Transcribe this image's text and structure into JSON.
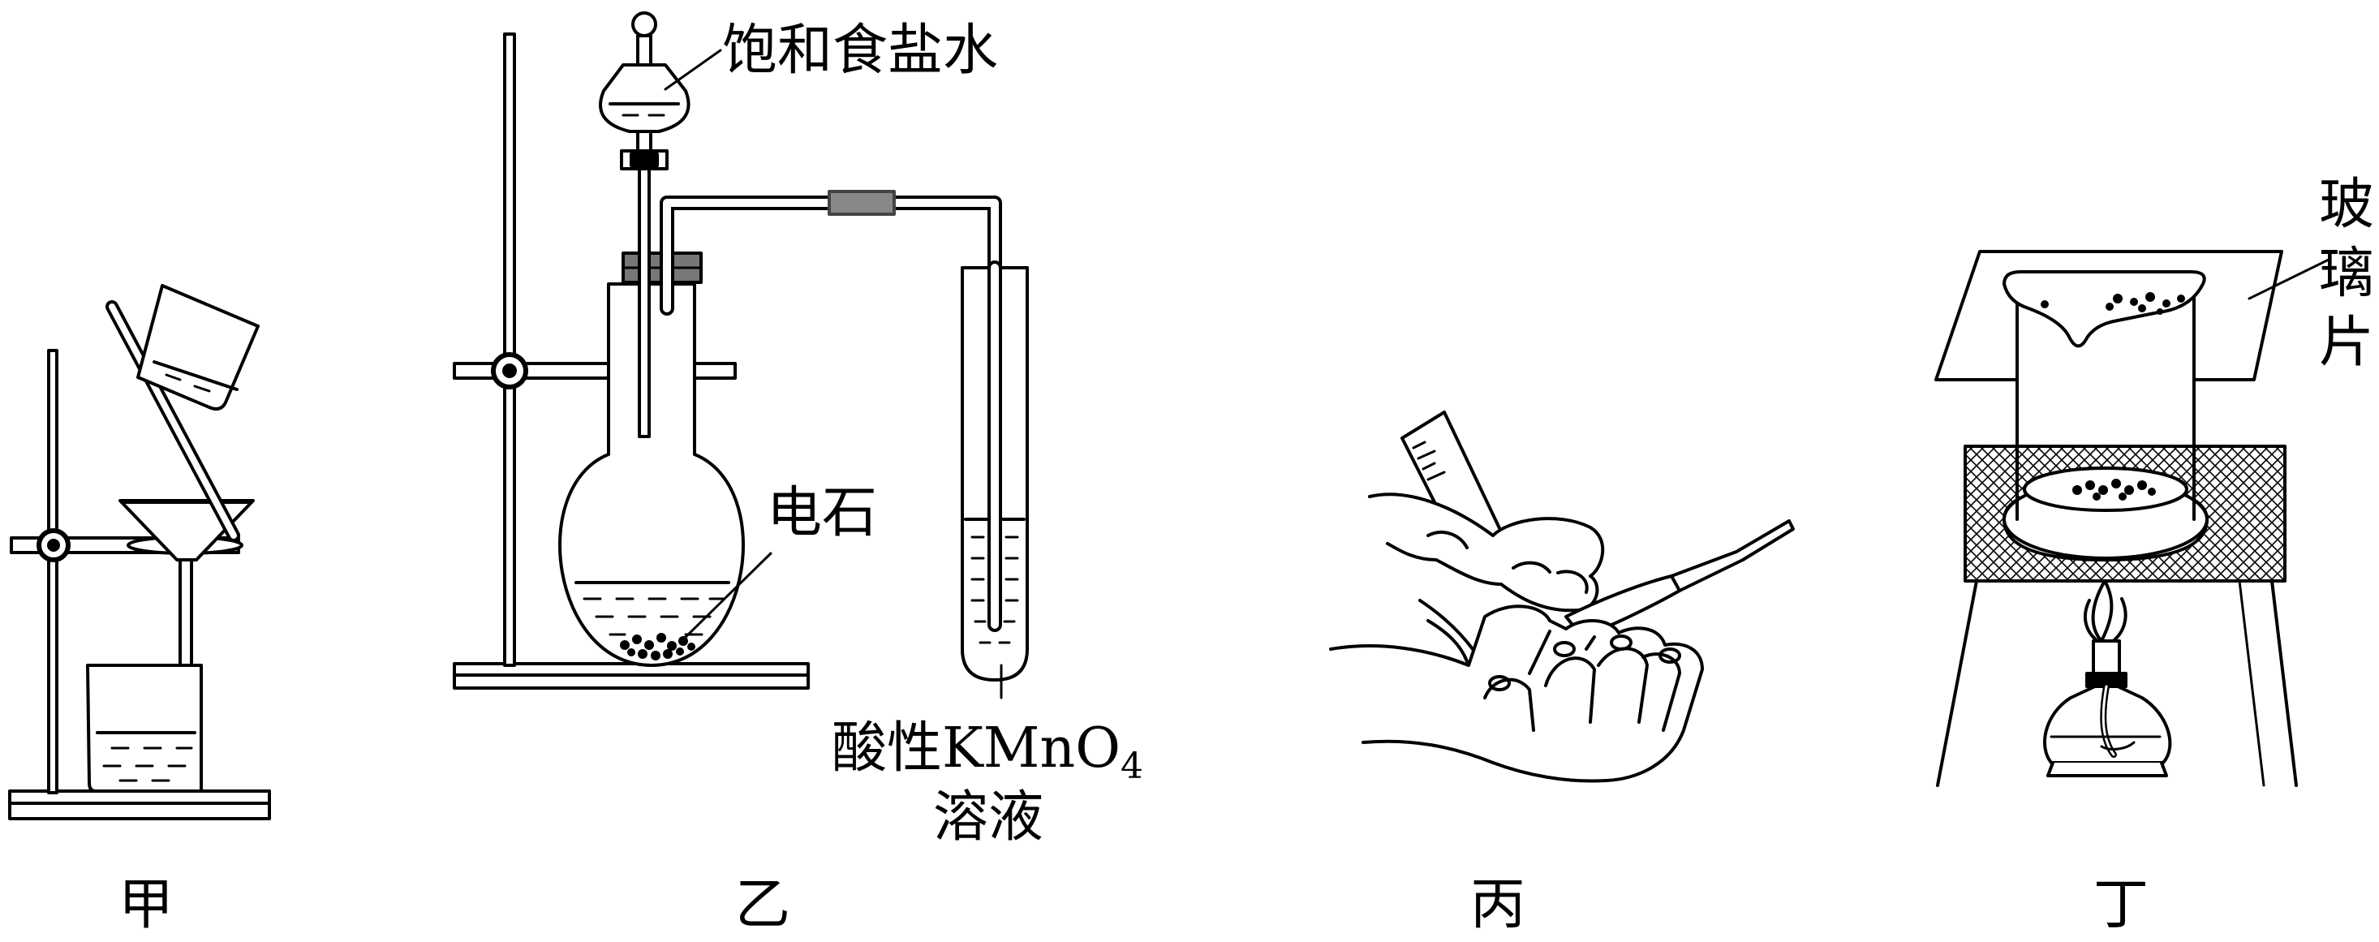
{
  "panels": [
    {
      "id": "jia",
      "caption": "甲"
    },
    {
      "id": "yi",
      "caption": "乙"
    },
    {
      "id": "bing",
      "caption": "丙"
    },
    {
      "id": "ding",
      "caption": "丁"
    }
  ],
  "labels": {
    "saturated_brine": "饱和食盐水",
    "calcium_carbide": "电石",
    "kmno4_prefix": "酸性KMnO",
    "kmno4_subscript": "4",
    "solution": "溶液",
    "glass_sheet_1": "玻",
    "glass_sheet_2": "璃",
    "glass_sheet_3": "片"
  }
}
